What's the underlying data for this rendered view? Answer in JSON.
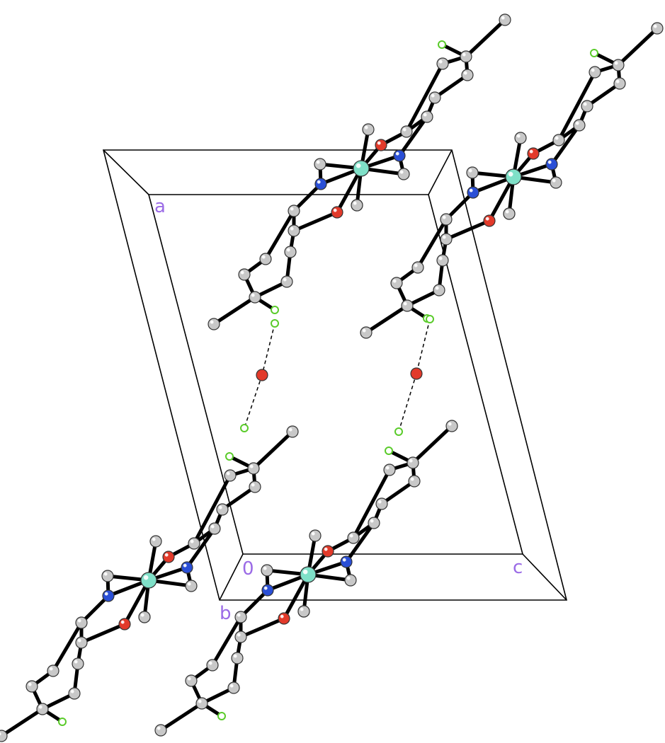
{
  "figure": {
    "axis_labels": {
      "a": "a",
      "b": "b",
      "c": "c",
      "origin": "0"
    }
  },
  "atom_colors": {
    "C": "#c8c8c8",
    "N": "#2a4fd6",
    "O": "#e23a2a",
    "H": "#5acb2a",
    "metal": "#7fe0c8",
    "outline": "#333333",
    "bond": "#000000",
    "cell": "#000000",
    "label": "#9b6be6"
  },
  "atom_types": [
    "carbon",
    "nitrogen",
    "oxygen",
    "hydrogen",
    "metal"
  ],
  "bond_styles": [
    "covalent-bond",
    "hydrogen-bond-dashed"
  ]
}
